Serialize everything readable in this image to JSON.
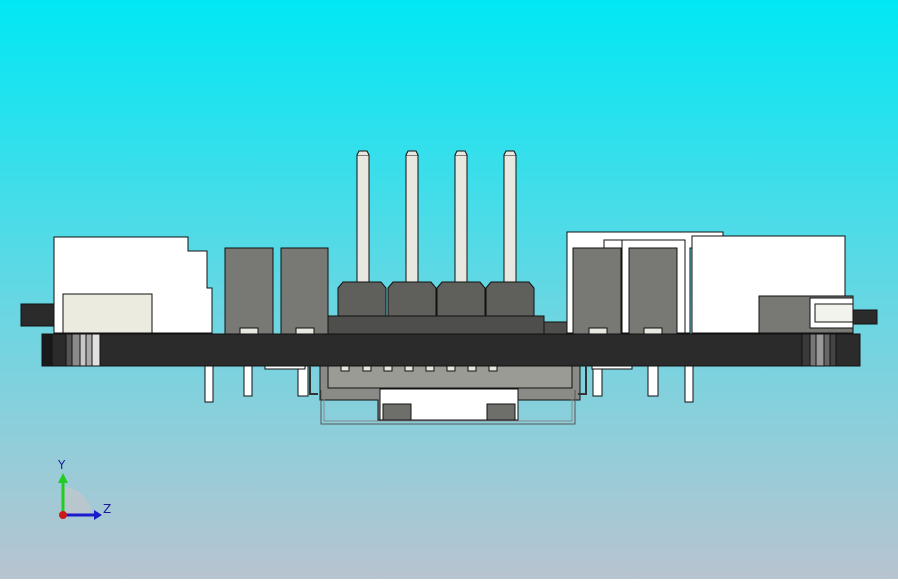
{
  "viewport": {
    "background_top": "#00e8f4",
    "background_bottom": "#b8c4d0"
  },
  "triad": {
    "y_label": "Y",
    "z_label": "Z",
    "y_color": "#22cc22",
    "z_color": "#1a1acc",
    "origin_color": "#cc1a1a"
  },
  "model": {
    "pcb_color": "#2b2b2b",
    "component_dark": "#787874",
    "component_light": "#ffffff",
    "pin_color": "#e8e8e0",
    "pin_count": 4
  }
}
